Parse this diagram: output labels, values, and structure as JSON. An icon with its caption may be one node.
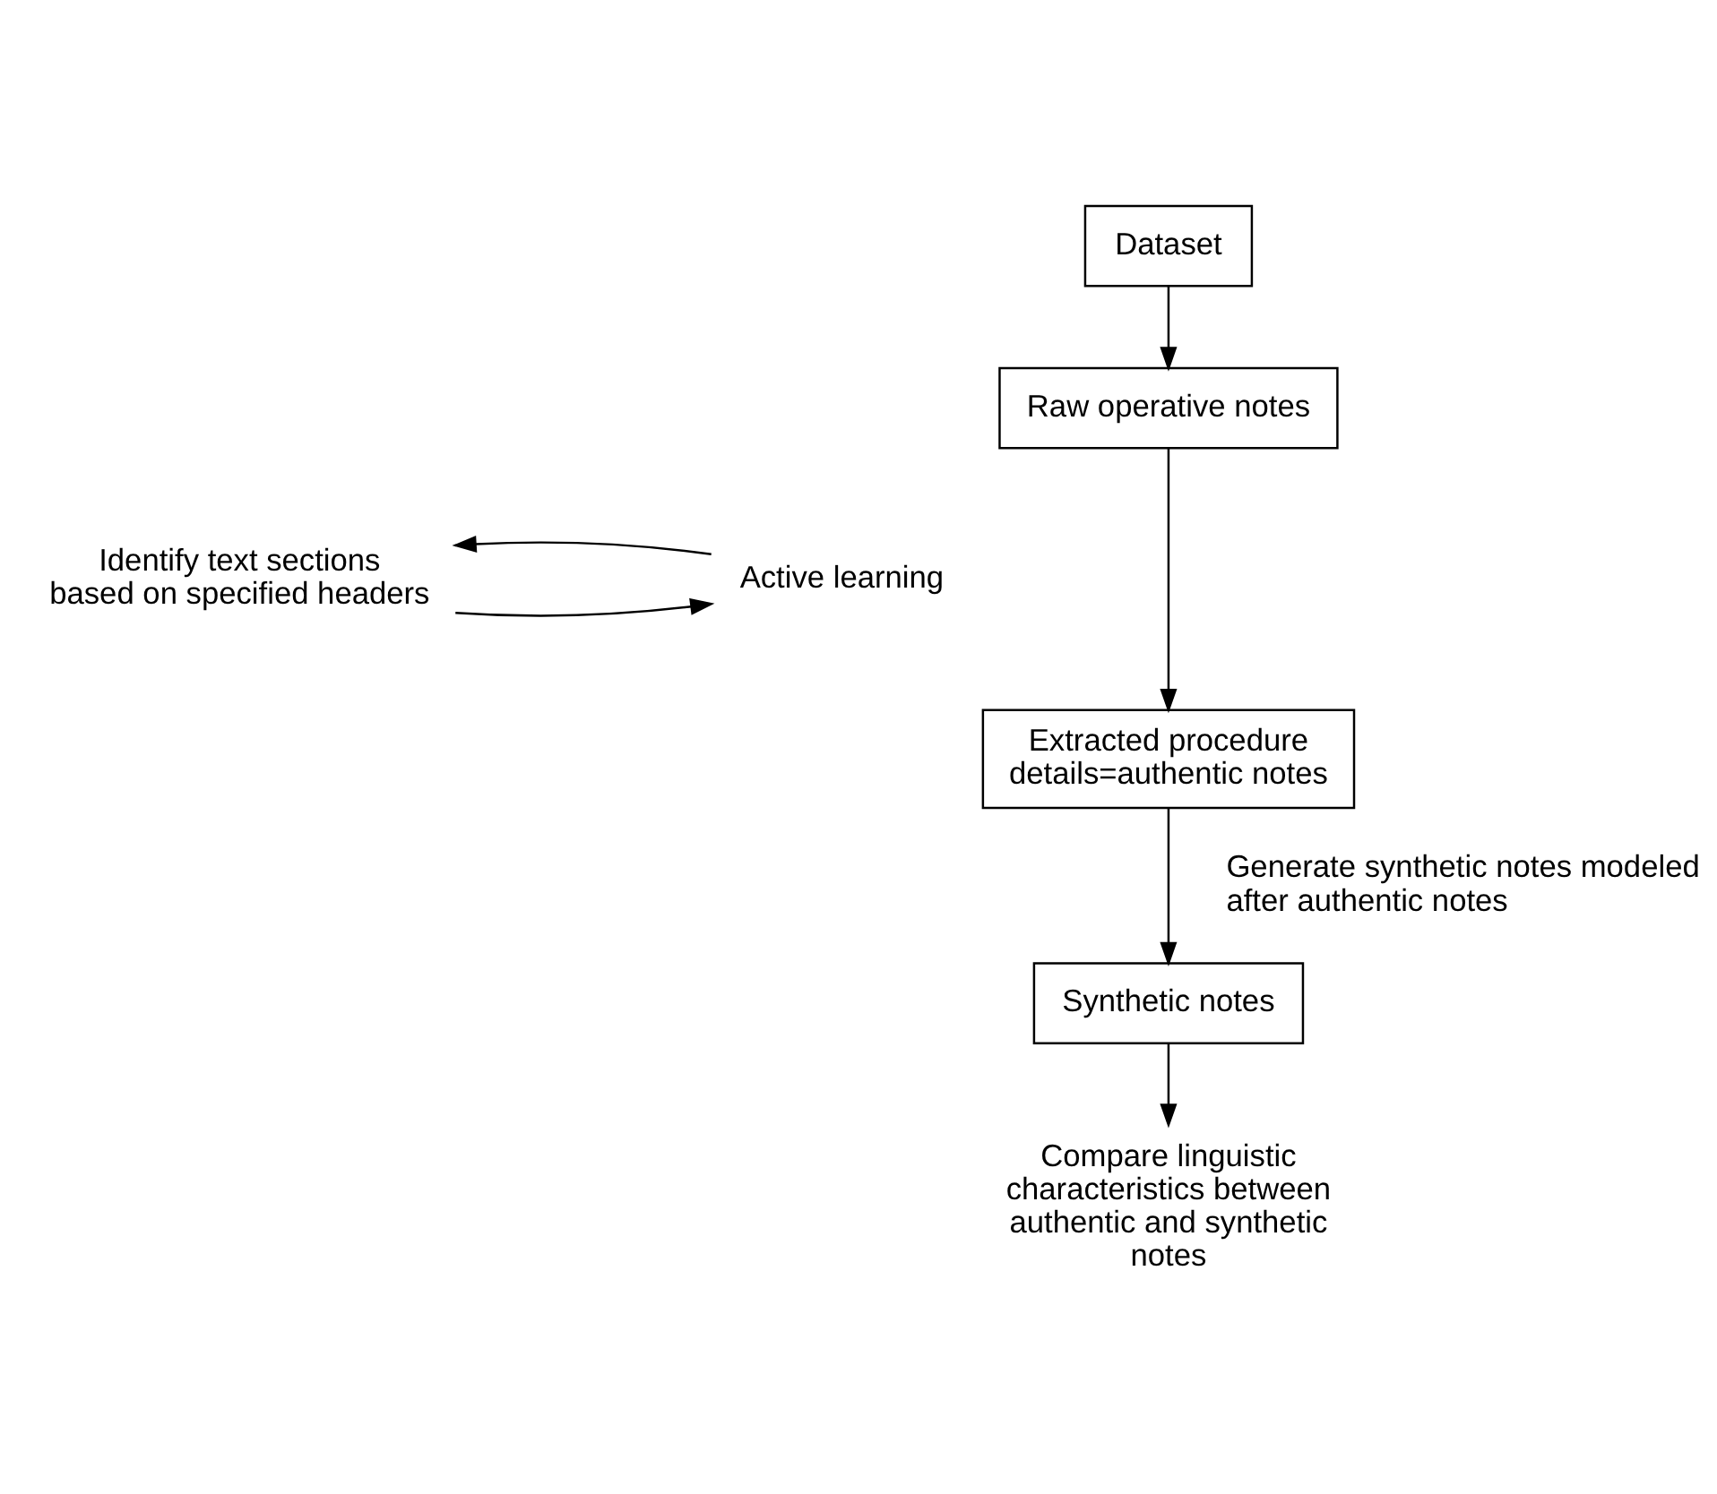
{
  "diagram": {
    "nodes": [
      {
        "text": [
          "Dataset"
        ]
      },
      {
        "text": [
          "Raw operative notes"
        ]
      },
      {
        "text": [
          "Identify text sections based on specified headers"
        ]
      },
      {
        "text": [
          "Active learning"
        ]
      },
      {
        "text": [
          "Extracted procedure details=authentic notes"
        ]
      },
      {
        "text": [
          "Synthetic notes"
        ]
      },
      {
        "text": [
          "Compare linguistic characteristics between authentic and synthetic notes"
        ]
      }
    ],
    "edges": [
      {
        "from": 0,
        "to": 1,
        "arrow": "to"
      },
      {
        "from": 1,
        "to": 4,
        "arrow": "to"
      },
      {
        "from": 2,
        "to": 3,
        "arrow": "to"
      },
      {
        "from": 3,
        "to": 2,
        "arrow": "to"
      },
      {
        "from": 4,
        "to": 5,
        "label": "Generate synthetic notes modeled after authentic notes",
        "arrow": "to"
      },
      {
        "from": 5,
        "to": 6,
        "arrow": "to"
      }
    ]
  }
}
